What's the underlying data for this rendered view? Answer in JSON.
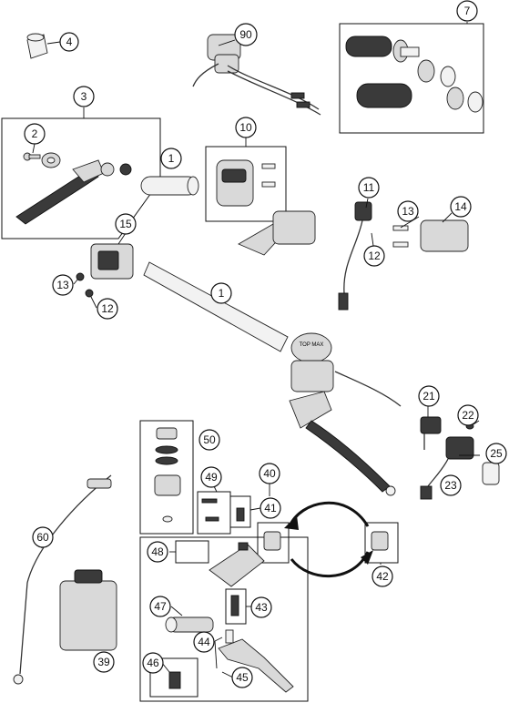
{
  "callouts": {
    "c4": "4",
    "c90": "90",
    "c7": "7",
    "c3": "3",
    "c2": "2",
    "c1a": "1",
    "c10": "10",
    "c11": "11",
    "c13a": "13",
    "c14": "14",
    "c12a": "12",
    "c15": "15",
    "c13b": "13",
    "c12b": "12",
    "c1b": "1",
    "c21": "21",
    "c22": "22",
    "c25": "25",
    "c23": "23",
    "c50": "50",
    "c49": "49",
    "c40": "40",
    "c41": "41",
    "c60": "60",
    "c48": "48",
    "c42": "42",
    "c47": "47",
    "c43": "43",
    "c44": "44",
    "c39": "39",
    "c46": "46",
    "c45": "45"
  },
  "reservoir_label": "TOP MAX"
}
